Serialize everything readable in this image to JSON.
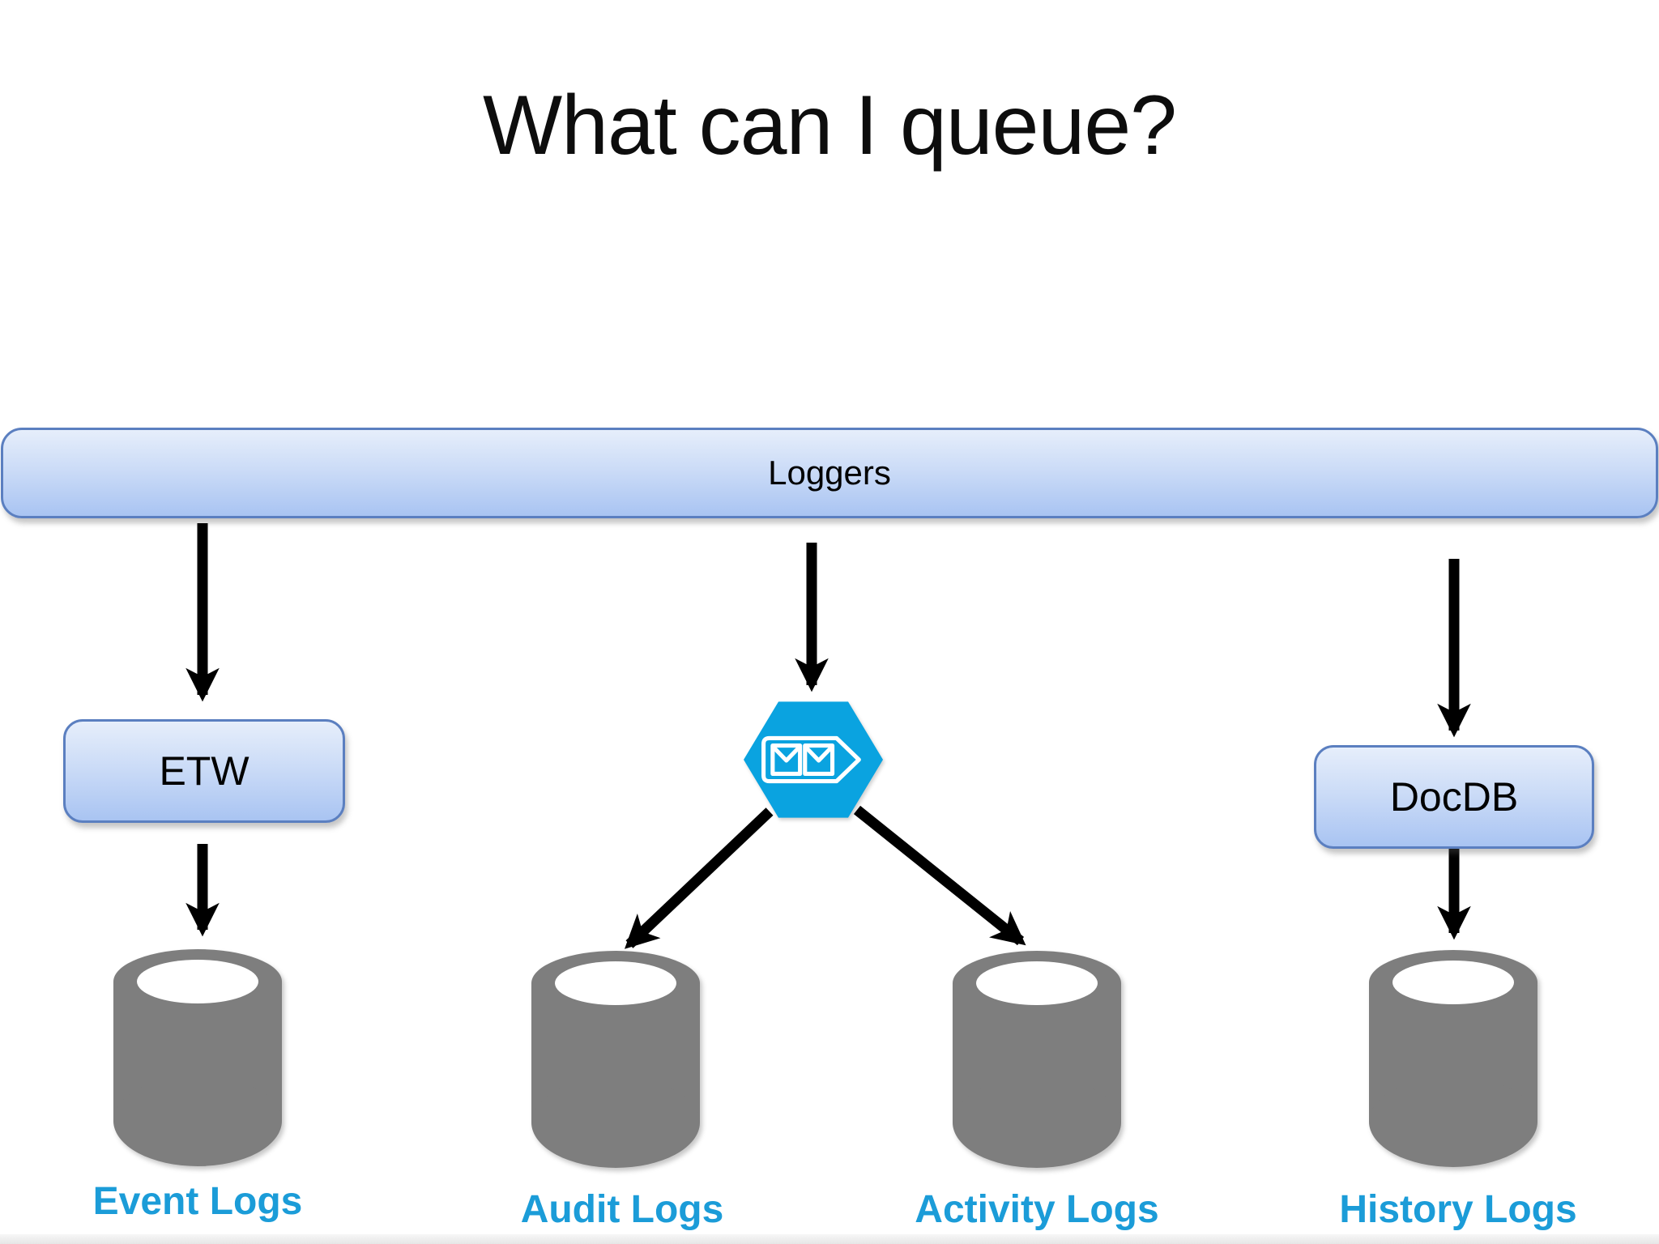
{
  "title": "What can I queue?",
  "loggers": {
    "label": "Loggers"
  },
  "nodes": {
    "etw": {
      "label": "ETW"
    },
    "docdb": {
      "label": "DocDB"
    },
    "queue": {
      "icon": "service-bus-queue-icon"
    }
  },
  "stores": [
    {
      "label": "Event Logs",
      "icon": "database-cylinder-icon"
    },
    {
      "label": "Audit Logs",
      "icon": "database-cylinder-icon"
    },
    {
      "label": "Activity Logs",
      "icon": "database-cylinder-icon"
    },
    {
      "label": "History Logs",
      "icon": "database-cylinder-icon"
    }
  ],
  "colors": {
    "box_gradient_top": "#e6eefb",
    "box_gradient_bottom": "#a9c4f2",
    "box_border": "#5b7fc0",
    "hexagon_blue": "#0aa3e0",
    "store_label_blue": "#1b9cd8",
    "cylinder_gray": "#7e7e7e",
    "arrow_black": "#000000",
    "title_black": "#0d0d0d"
  }
}
